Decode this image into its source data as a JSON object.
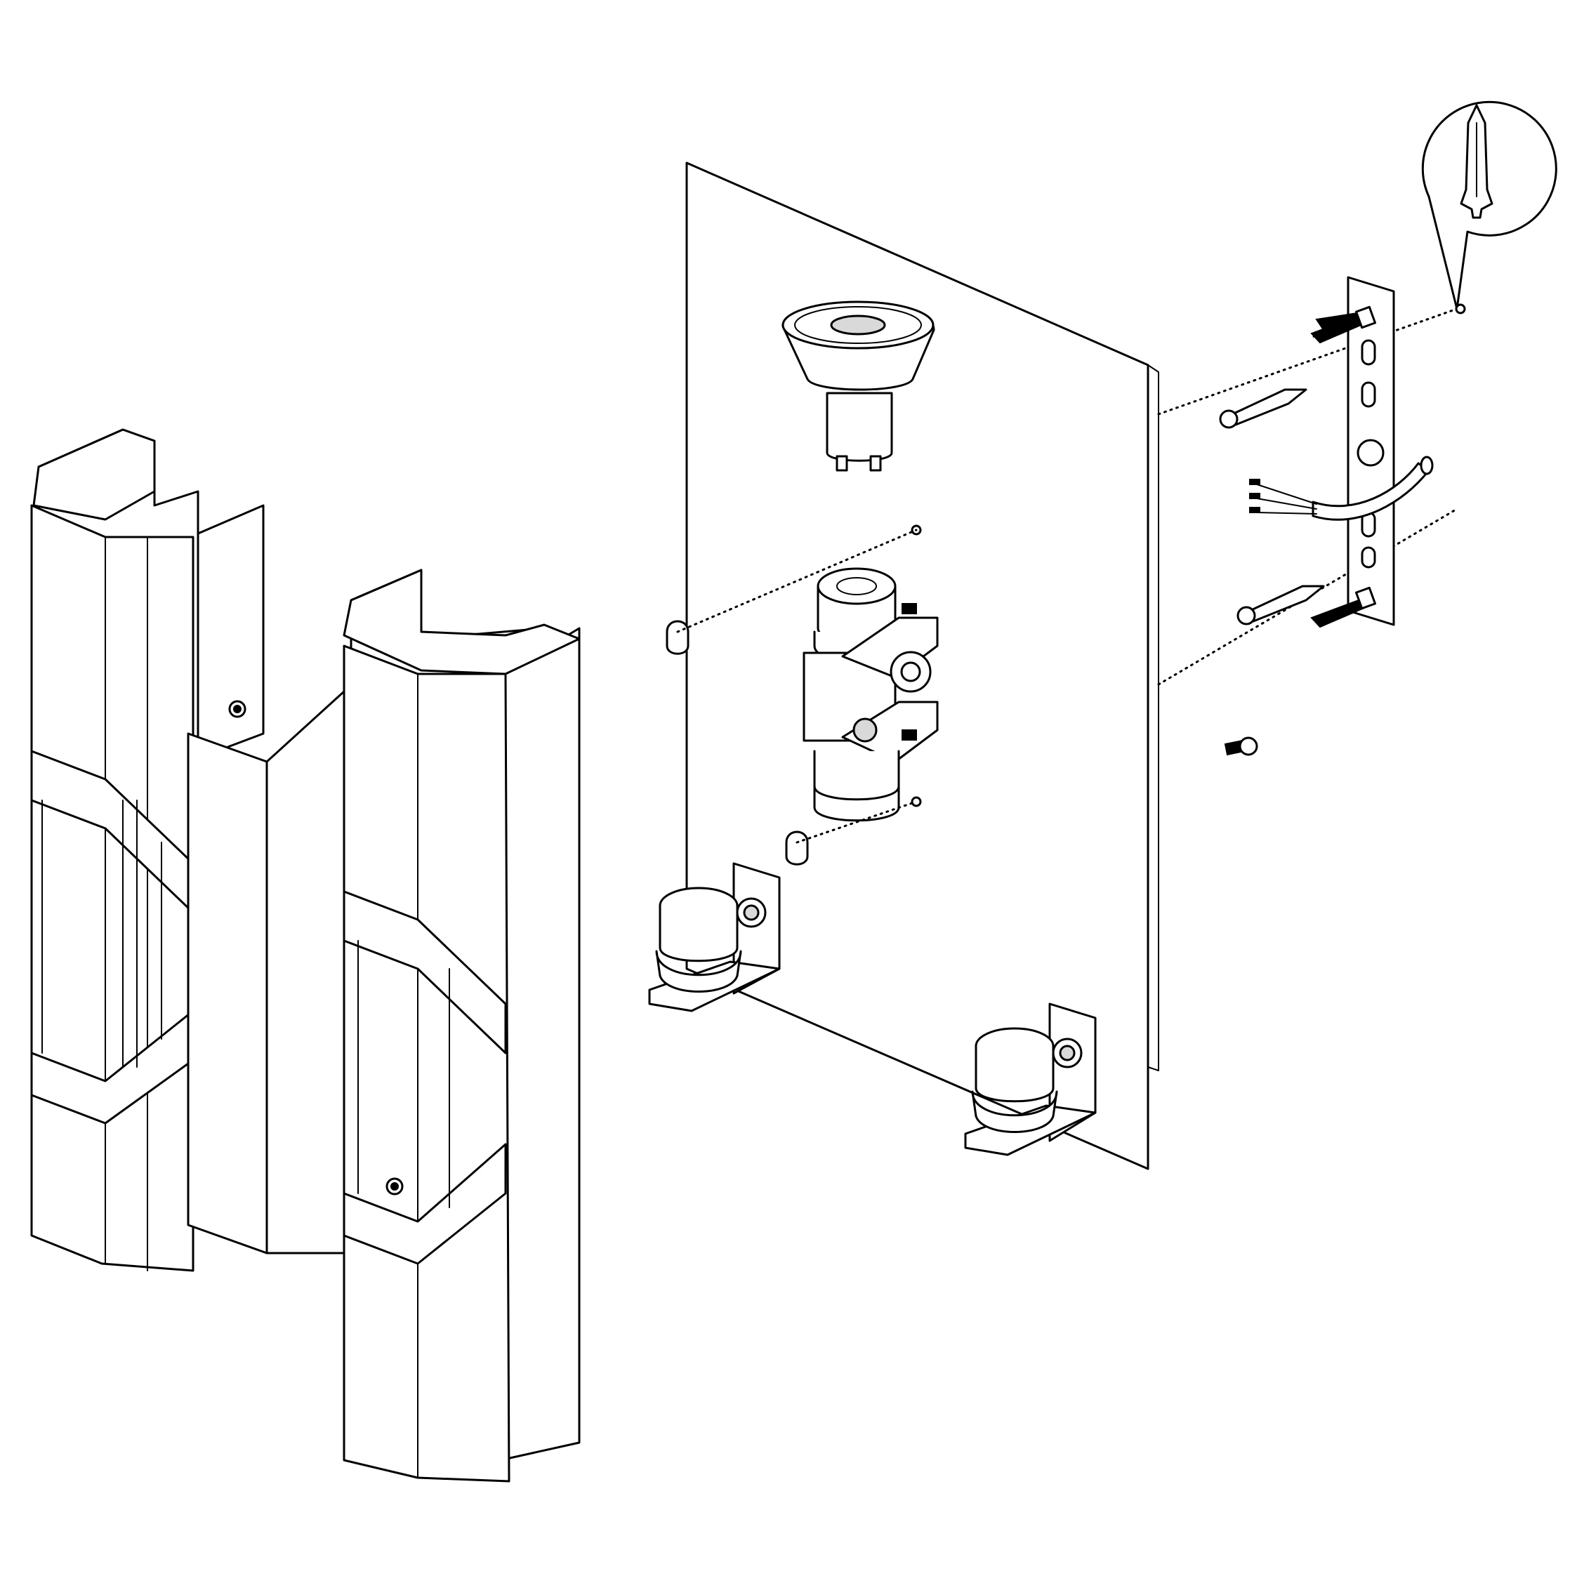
{
  "diagram": {
    "type": "exploded assembly drawing",
    "colors": {
      "line": "#000000",
      "background": "#ffffff",
      "shade": "#d9d9d9"
    },
    "parts": [
      {
        "name": "left-shade-rear",
        "icon": "octagonal-shade"
      },
      {
        "name": "left-shade-front",
        "icon": "octagonal-shade"
      },
      {
        "name": "wall-plate",
        "icon": "flat-plate"
      },
      {
        "name": "gu10-bulb",
        "icon": "led-spot-bulb"
      },
      {
        "name": "center-socket-bracket",
        "icon": "double-socket-bracket"
      },
      {
        "name": "lower-left-socket",
        "icon": "socket-bracket"
      },
      {
        "name": "lower-right-socket",
        "icon": "socket-bracket"
      },
      {
        "name": "mounting-bracket",
        "icon": "slotted-bracket"
      },
      {
        "name": "bolts",
        "icon": "threaded-bolt"
      },
      {
        "name": "wood-screws",
        "icon": "wood-screw"
      },
      {
        "name": "power-cable",
        "icon": "cable"
      },
      {
        "name": "small-screw",
        "icon": "machine-screw"
      },
      {
        "name": "acorn-nuts",
        "icon": "cap-nut"
      },
      {
        "name": "wall-plug-callout",
        "icon": "wall-plug"
      }
    ]
  }
}
